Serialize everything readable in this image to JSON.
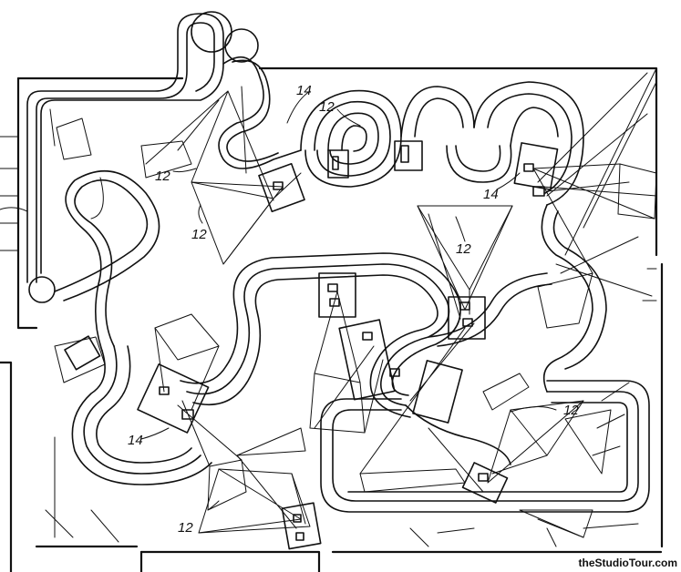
{
  "figure": {
    "reference_numerals": [
      "12",
      "14"
    ],
    "numeral_labels": [
      {
        "id": "lbl-12-a",
        "text": "12"
      },
      {
        "id": "lbl-12-b",
        "text": "12"
      },
      {
        "id": "lbl-12-c",
        "text": "12"
      },
      {
        "id": "lbl-12-d",
        "text": "12"
      },
      {
        "id": "lbl-12-e",
        "text": "12"
      },
      {
        "id": "lbl-12-f",
        "text": "12"
      },
      {
        "id": "lbl-14-a",
        "text": "14"
      },
      {
        "id": "lbl-14-b",
        "text": "14"
      },
      {
        "id": "lbl-14-c",
        "text": "14"
      }
    ]
  },
  "watermark": {
    "text": "theStudioTour.com"
  }
}
